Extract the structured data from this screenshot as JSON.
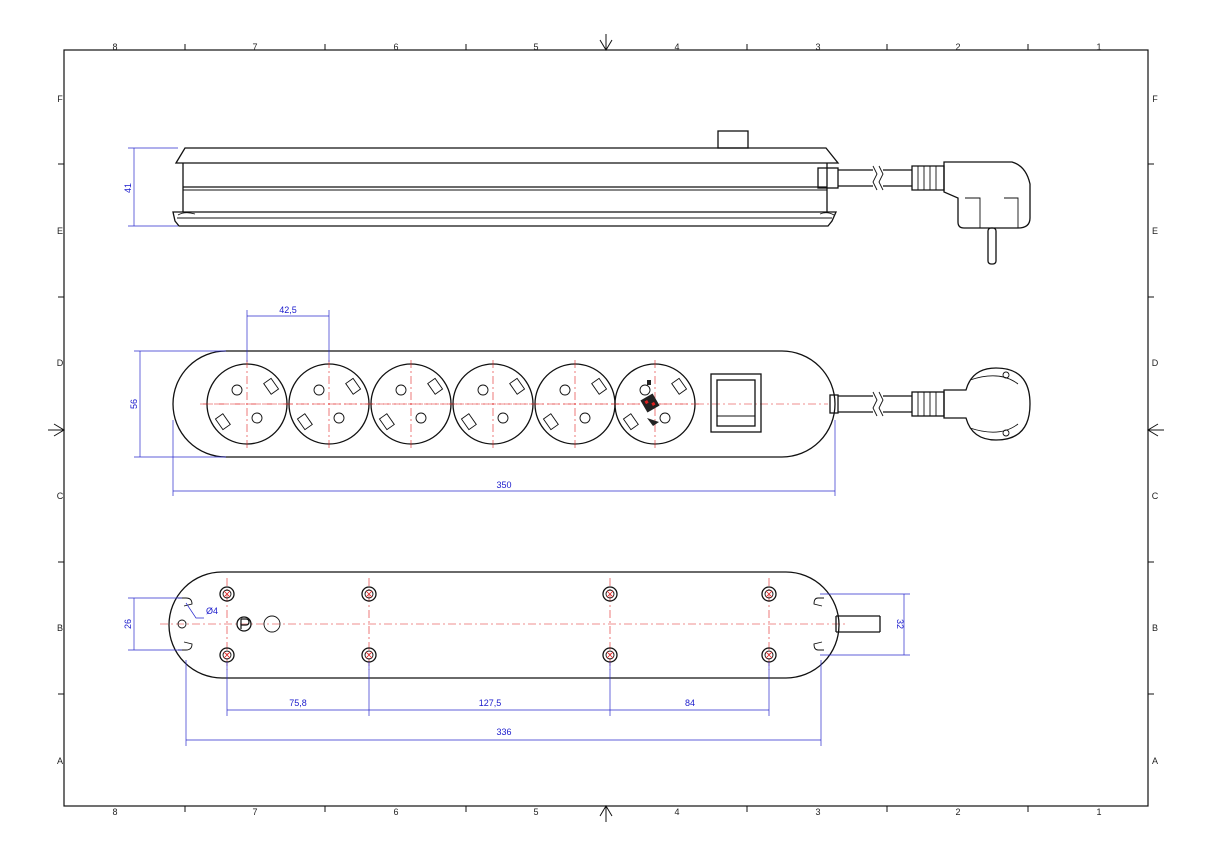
{
  "frame": {
    "columns": [
      "8",
      "7",
      "6",
      "5",
      "4",
      "3",
      "2",
      "1"
    ],
    "rows": [
      "F",
      "E",
      "D",
      "C",
      "B",
      "A"
    ]
  },
  "side_view": {
    "height_label": "41"
  },
  "top_view": {
    "socket_pitch_label": "42,5",
    "width_label": "56",
    "length_label": "350",
    "socket_count": 6
  },
  "bottom_view": {
    "hole_diameter_label": "Ø4",
    "slot_width_label": "26",
    "cable_width_label": "32",
    "spacing_1_label": "75,8",
    "spacing_2_label": "127,5",
    "spacing_3_label": "84",
    "overall_label": "336"
  },
  "colors": {
    "outline": "#111111",
    "dimension": "#2a2acc",
    "centerline": "#e02020"
  }
}
